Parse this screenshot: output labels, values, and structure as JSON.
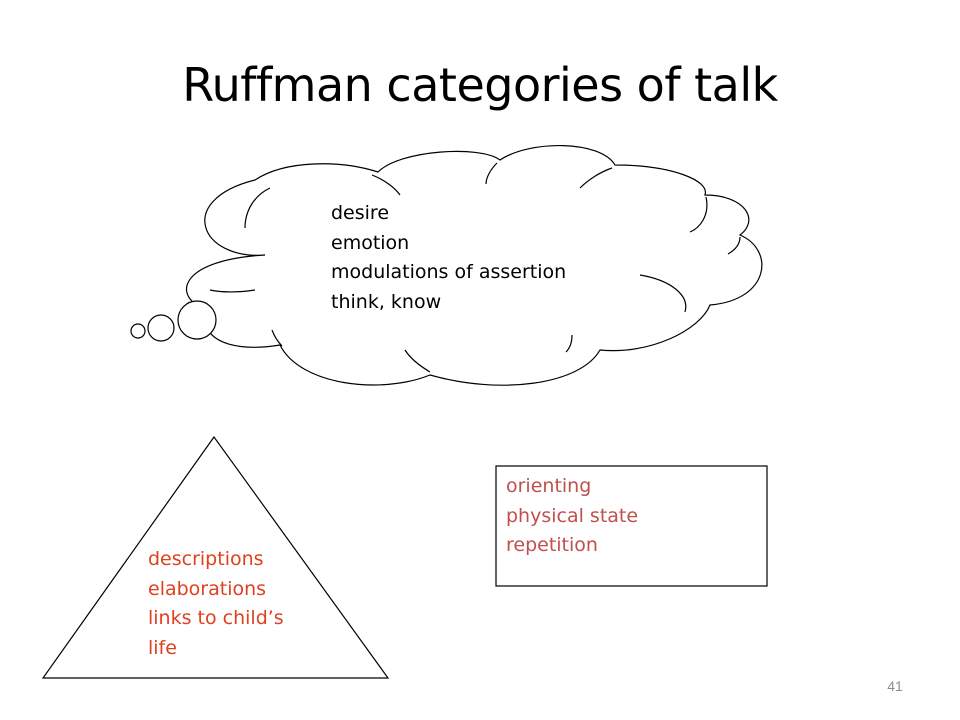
{
  "slide": {
    "title": "Ruffman categories of talk",
    "page_number": "41"
  },
  "cloud": {
    "items": [
      "desire",
      "emotion",
      "modulations of assertion",
      "think, know"
    ]
  },
  "triangle": {
    "items": [
      "descriptions",
      "elaborations",
      "links to child’s",
      "life"
    ]
  },
  "box": {
    "items": [
      "orienting",
      "physical state",
      "repetition"
    ]
  },
  "colors": {
    "line": "#000000",
    "triangle_text": "#e0401e",
    "box_text": "#c0504d",
    "page_number": "#8c8c8c"
  }
}
